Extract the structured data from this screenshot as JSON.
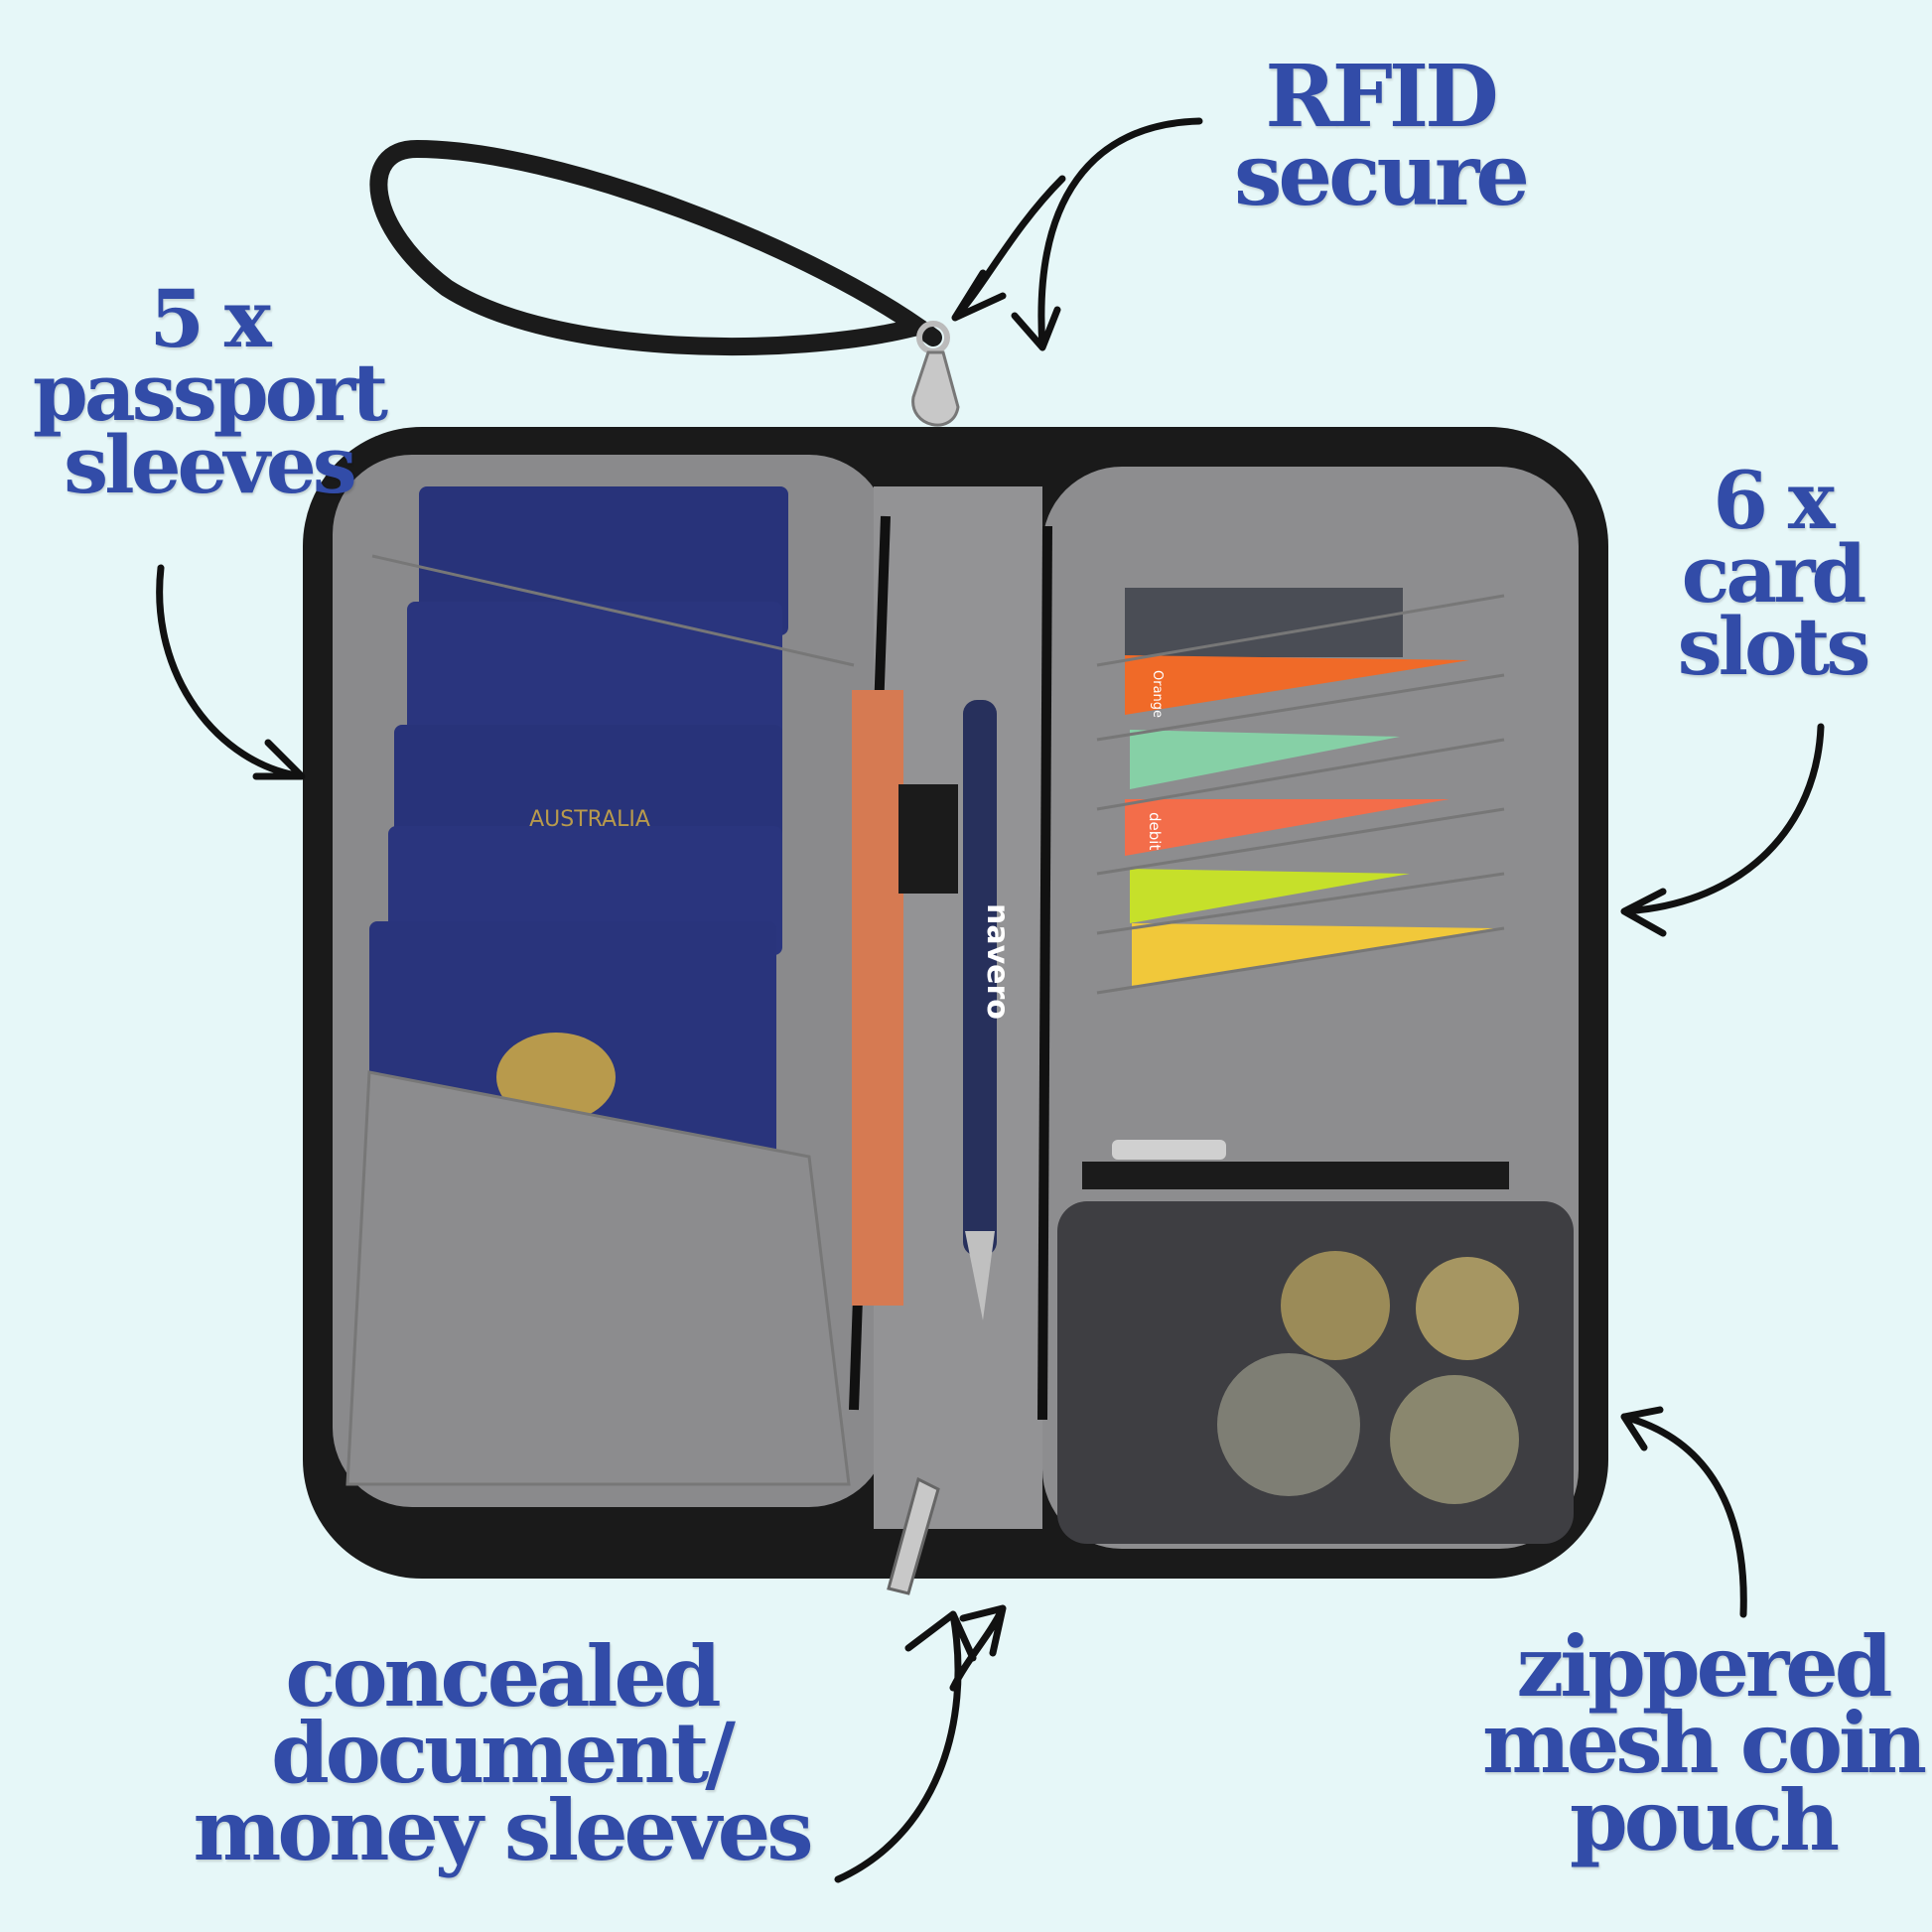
{
  "labels": {
    "rfid": [
      "RFID",
      "secure"
    ],
    "passport": [
      "5 x",
      "passport",
      "sleeves"
    ],
    "cards": [
      "6 x",
      "card",
      "slots"
    ],
    "document": [
      "concealed",
      "document/",
      "money sleeves"
    ],
    "coin": [
      "zippered",
      "mesh coin",
      "pouch"
    ]
  },
  "product": {
    "pen_brand": "navero",
    "passport_text": "AUSTRALIA",
    "card_texts": [
      "Orange",
      "debit"
    ]
  },
  "colors": {
    "background": "#e6f7f8",
    "label_text": "#324ca8",
    "passport": "#28337a",
    "lining": "#8a8a8c"
  }
}
